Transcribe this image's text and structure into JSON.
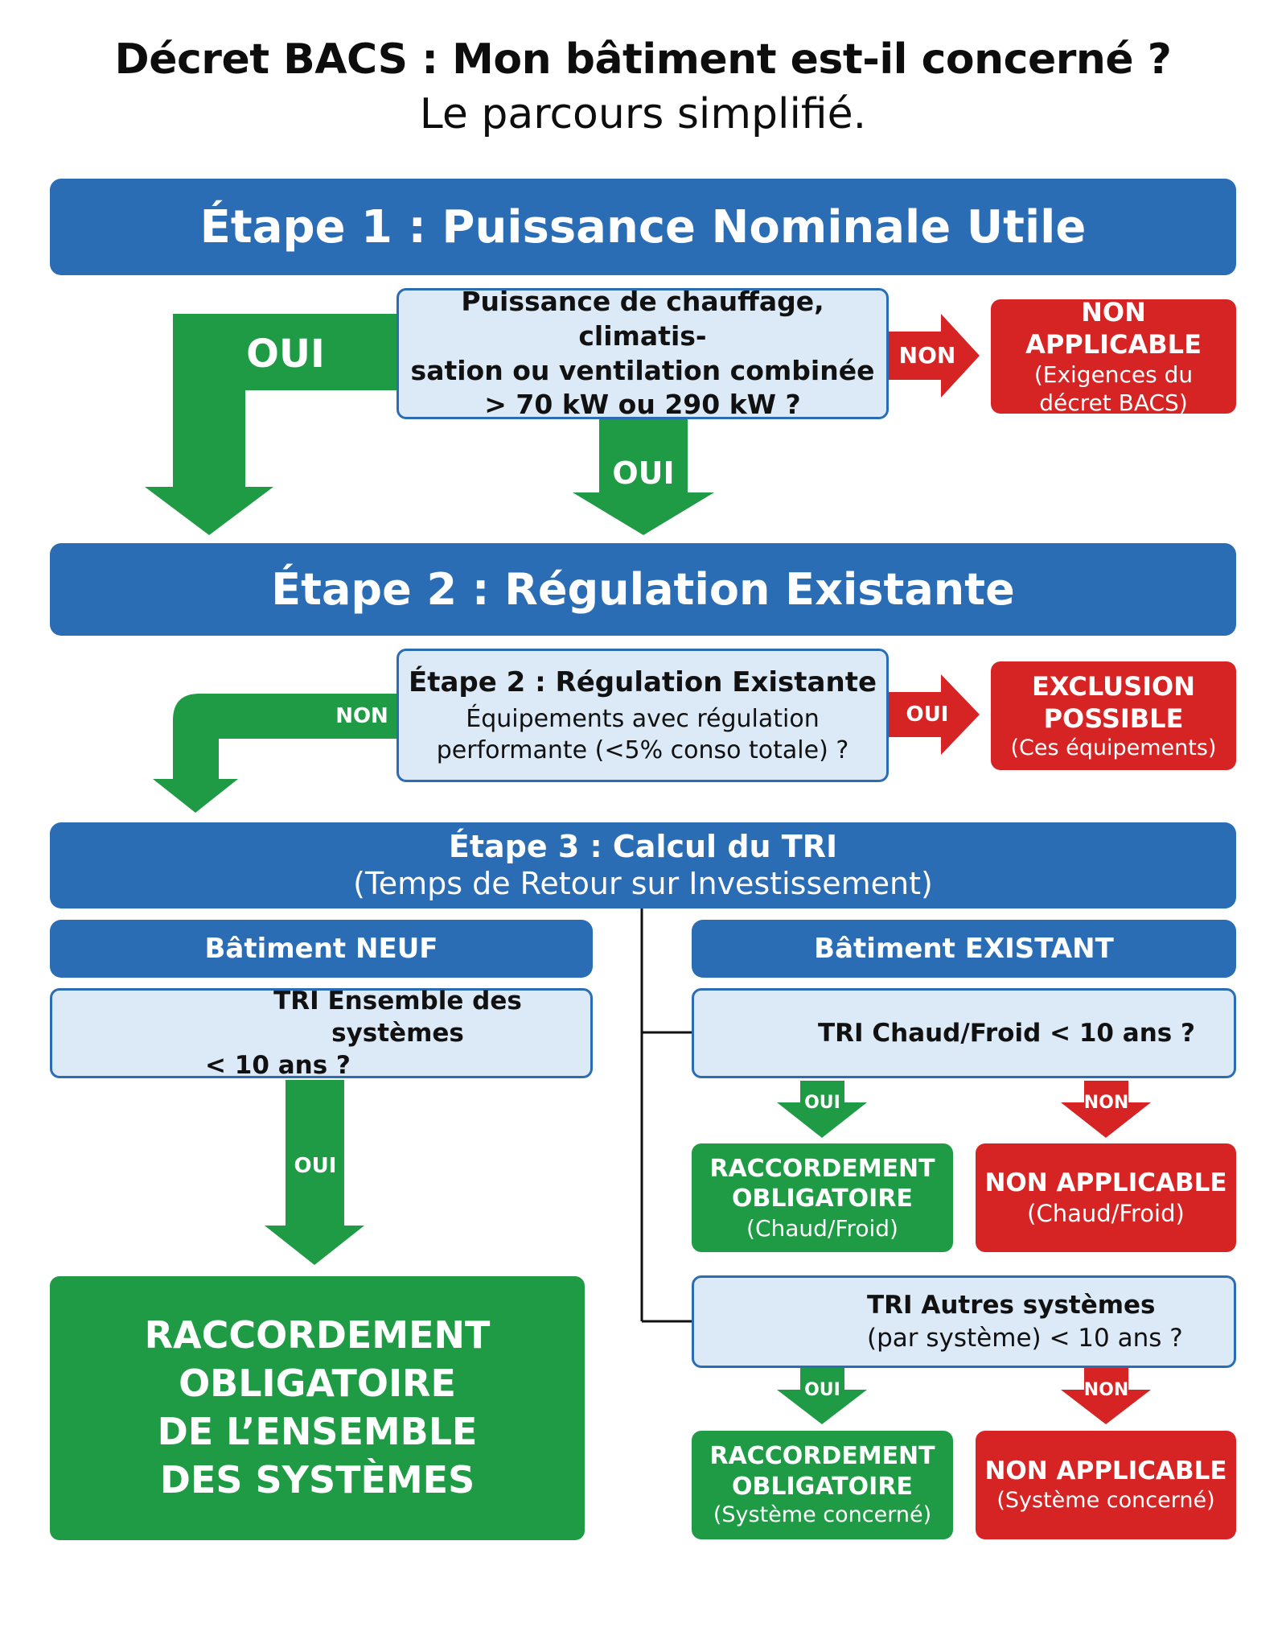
{
  "header": {
    "title": "Décret BACS : Mon bâtiment est-il concerné ?",
    "subtitle": "Le parcours simplifié."
  },
  "step1": {
    "band": "Étape 1 : Puissance Nominale Utile",
    "question": [
      "Puissance de chauffage, climatis-",
      "sation ou ventilation combinée",
      "> 70 kW ou 290 kW ?"
    ],
    "oui_left": "OUI",
    "oui_down": "OUI",
    "non": "NON",
    "result_title": "NON APPLICABLE",
    "result_sub": [
      "(Exigences du",
      "décret BACS)"
    ]
  },
  "step2": {
    "band": "Étape 2 : Régulation Existante",
    "question_title": "Étape 2 : Régulation Existante",
    "question": [
      "Équipements avec régulation",
      "performante (<5% conso totale) ?"
    ],
    "non": "NON",
    "oui": "OUI",
    "result_title": [
      "EXCLUSION",
      "POSSIBLE"
    ],
    "result_sub": "(Ces équipements)"
  },
  "step3": {
    "band_title": "Étape 3 : Calcul du TRI",
    "band_sub": "(Temps de Retour sur Investissement)",
    "neuf": {
      "header": "Bâtiment NEUF",
      "question": [
        "TRI Ensemble des systèmes",
        "< 10 ans ?"
      ],
      "oui": "OUI",
      "result": [
        "RACCORDEMENT",
        "OBLIGATOIRE",
        "DE L’ENSEMBLE",
        "DES SYSTÈMES"
      ]
    },
    "existant": {
      "header": "Bâtiment EXISTANT",
      "q1": "TRI Chaud/Froid < 10 ans ?",
      "q1_oui": "OUI",
      "q1_non": "NON",
      "r1_yes": [
        "RACCORDEMENT",
        "OBLIGATOIRE",
        "(Chaud/Froid)"
      ],
      "r1_no": [
        "NON APPLICABLE",
        "(Chaud/Froid)"
      ],
      "q2": [
        "TRI Autres systèmes",
        "(par système) < 10 ans ?"
      ],
      "q2_oui": "OUI",
      "q2_non": "NON",
      "r2_yes": [
        "RACCORDEMENT",
        "OBLIGATOIRE",
        "(Système concerné)"
      ],
      "r2_no": [
        "NON APPLICABLE",
        "(Système concerné)"
      ]
    }
  },
  "colors": {
    "blue": "#2a6db5",
    "light_blue": "#dce9f6",
    "green": "#1f9a45",
    "red": "#d62323"
  }
}
